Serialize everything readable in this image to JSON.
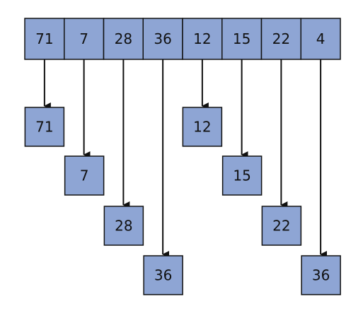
{
  "array": {
    "values": [
      "71",
      "7",
      "28",
      "36",
      "12",
      "15",
      "22",
      "4"
    ]
  },
  "boxes": [
    {
      "label": "71",
      "from_index": 0,
      "level": 0
    },
    {
      "label": "7",
      "from_index": 1,
      "level": 1
    },
    {
      "label": "28",
      "from_index": 2,
      "level": 2
    },
    {
      "label": "36",
      "from_index": 3,
      "level": 3
    },
    {
      "label": "12",
      "from_index": 4,
      "level": 0
    },
    {
      "label": "15",
      "from_index": 5,
      "level": 1
    },
    {
      "label": "22",
      "from_index": 6,
      "level": 2
    },
    {
      "label": "36",
      "from_index": 7,
      "level": 3
    }
  ],
  "colors": {
    "box_fill": "#8ea5d4",
    "box_stroke": "#111111",
    "arrow": "#111111",
    "text": "#111111"
  }
}
